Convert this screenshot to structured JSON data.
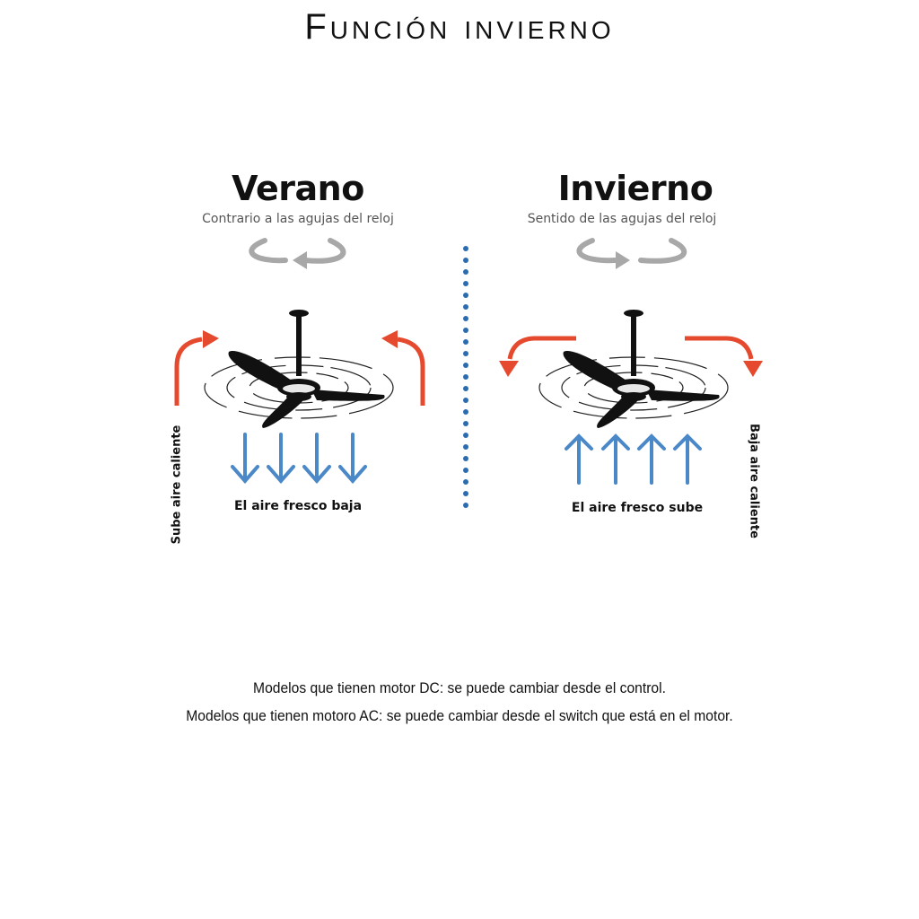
{
  "title": "Función invierno",
  "summer": {
    "title": "Verano",
    "subtitle": "Contrario a las agujas del reloj",
    "side_label": "Sube aire caliente",
    "caption": "El aire fresco baja"
  },
  "winter": {
    "title": "Invierno",
    "subtitle": "Sentido de las agujas del reloj",
    "side_label": "Baja aire caliente",
    "caption": "El aire fresco sube"
  },
  "notes": [
    "Modelos que tienen motor DC: se puede cambiar desde el control.",
    "Modelos que tienen motoro AC: se puede cambiar desde el switch que está en el motor."
  ],
  "colors": {
    "warm_arrow": "#e64a2e",
    "cool_arrow": "#4a88c8",
    "rotation_arrow": "#a8a8a8",
    "divider": "#2b6cb0",
    "fan": "#111111"
  }
}
